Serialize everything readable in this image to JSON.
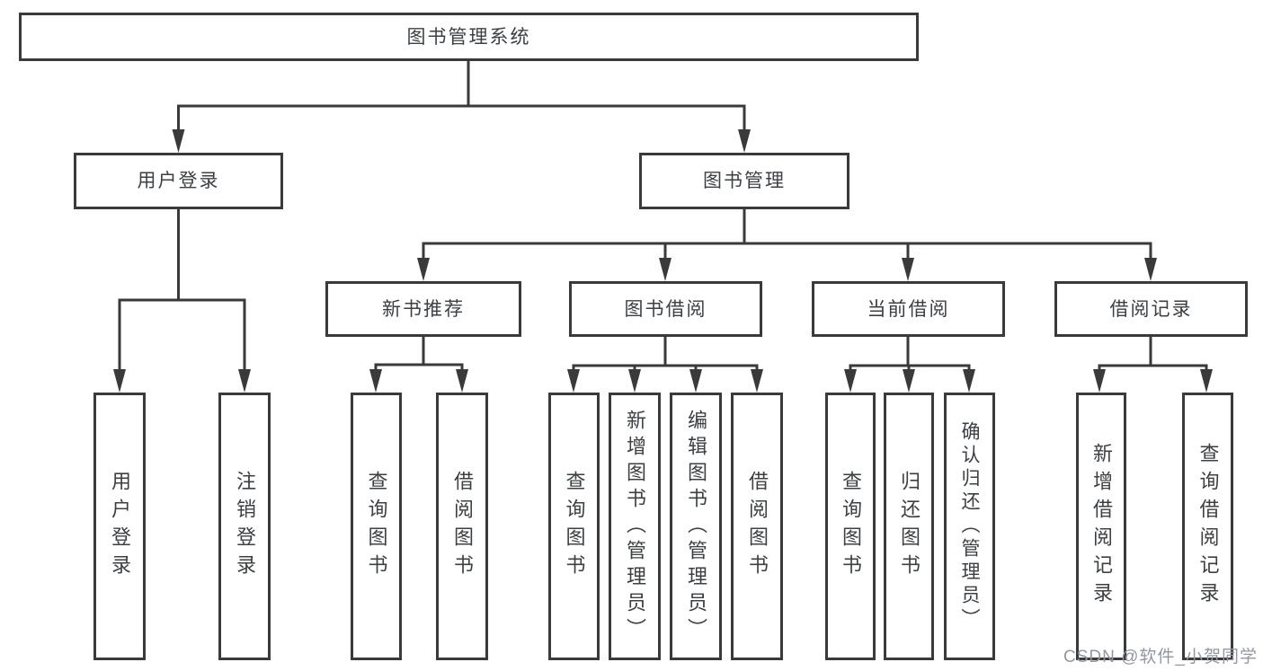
{
  "diagram": {
    "type": "tree",
    "line_color": "#3a3a3a",
    "box_border_color": "#3a3a3a",
    "text_color": "#3c4043",
    "background_color": "#ffffff",
    "root": {
      "label": "图书管理系统",
      "children": [
        {
          "label": "用户登录",
          "children": [
            {
              "label": "用户登录"
            },
            {
              "label": "注销登录"
            }
          ]
        },
        {
          "label": "图书管理",
          "children": [
            {
              "label": "新书推荐",
              "children": [
                {
                  "label": "查询图书"
                },
                {
                  "label": "借阅图书"
                }
              ]
            },
            {
              "label": "图书借阅",
              "children": [
                {
                  "label": "查询图书"
                },
                {
                  "label": "新增图书（管理员）"
                },
                {
                  "label": "编辑图书（管理员）"
                },
                {
                  "label": "借阅图书"
                }
              ]
            },
            {
              "label": "当前借阅",
              "children": [
                {
                  "label": "查询图书"
                },
                {
                  "label": "归还图书"
                },
                {
                  "label": "确认归还（管理员）"
                }
              ]
            },
            {
              "label": "借阅记录",
              "children": [
                {
                  "label": "新增借阅记录"
                },
                {
                  "label": "查询借阅记录"
                }
              ]
            }
          ]
        }
      ]
    },
    "watermark": "CSDN @软件_小贺同学"
  }
}
